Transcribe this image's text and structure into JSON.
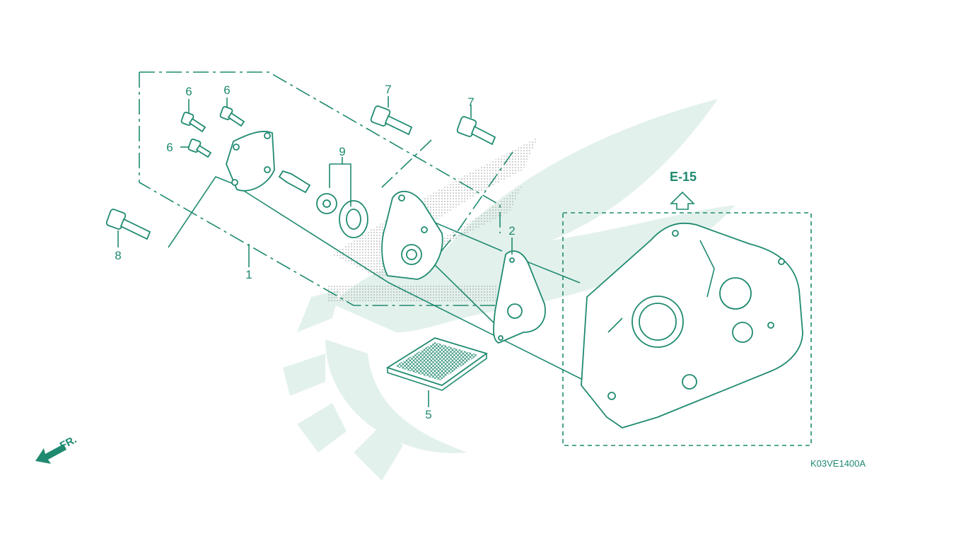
{
  "diagram": {
    "callouts": {
      "c1": "1",
      "c2": "2",
      "c5": "5",
      "c6a": "6",
      "c6b": "6",
      "c6c": "6",
      "c7a": "7",
      "c7b": "7",
      "c8": "8",
      "c9": "9"
    },
    "reference_label": "E-15",
    "diagram_code": "K03VE1400A",
    "front_label": "FR.",
    "colors": {
      "line": "#1f8a70",
      "watermark": "#e3f1ec",
      "background": "#ffffff"
    }
  }
}
